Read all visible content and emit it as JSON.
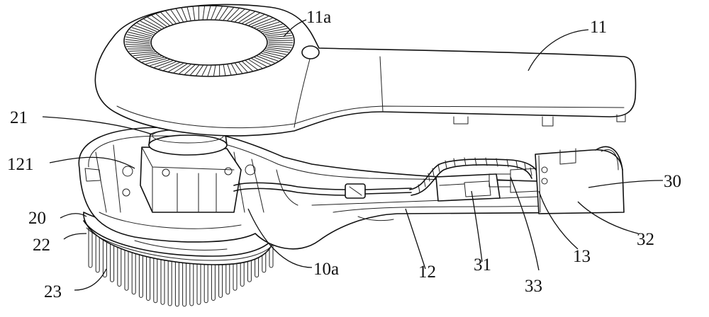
{
  "labels": {
    "l11a": "11a",
    "l11": "11",
    "l21": "21",
    "l121": "121",
    "l20": "20",
    "l22": "22",
    "l23": "23",
    "l10a": "10a",
    "l12": "12",
    "l31": "31",
    "l33": "33",
    "l13": "13",
    "l32": "32",
    "l30": "30"
  },
  "colors": {
    "line": "#111111",
    "background": "#ffffff"
  }
}
